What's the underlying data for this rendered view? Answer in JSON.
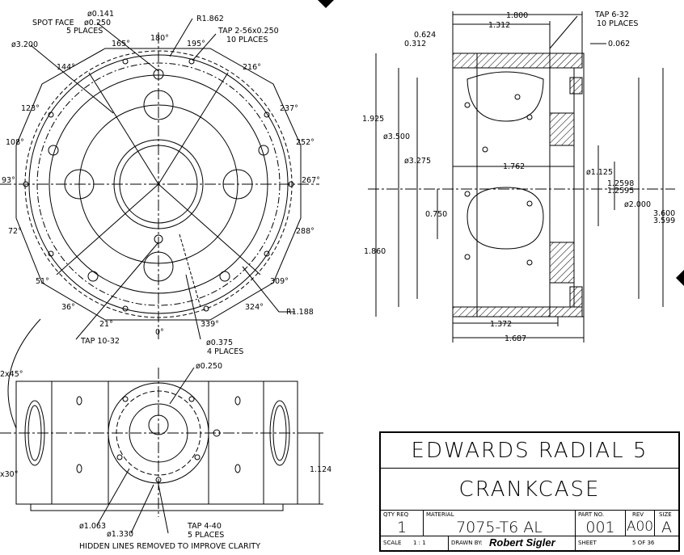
{
  "front_view": {
    "spot_face": "SPOT FACE",
    "spot_face_dia": "ø0.250",
    "spot_face_small": "ø0.141",
    "spot_face_count": "5 PLACES",
    "r1862": "R1.862",
    "tap256": "TAP 2-56x0.250",
    "tap256_count": "10 PLACES",
    "dia3200": "ø3.200",
    "r1188": "R1.188",
    "tap1032": "TAP 10-32",
    "dia0375": "ø0.375",
    "dia0375_count": "4 PLACES",
    "angles": [
      "0°",
      "21°",
      "36°",
      "51°",
      "72°",
      "93°",
      "108°",
      "123°",
      "144°",
      "165°",
      "180°",
      "195°",
      "216°",
      "237°",
      "252°",
      "267°",
      "288°",
      "309°",
      "324°",
      "339°"
    ]
  },
  "side_view": {
    "d1800": "1.800",
    "d1312": "1.312",
    "d0624": "0.624",
    "d0312": "0.312",
    "tap632": "TAP 6-32",
    "tap632_count": "10 PLACES",
    "d0062": "0.062",
    "d1925": "1.925",
    "d3500": "ø3.500",
    "d3275": "ø3.275",
    "d1762": "1.762",
    "d1125": "ø1.125",
    "d12598": "1.2598",
    "d12595": "1.2595",
    "d2000": "ø2.000",
    "d3600": "3.600",
    "d3599": "3.599",
    "d0750": "0.750",
    "d1860": "1.860",
    "d1372": "1.372",
    "d1687": "1.687"
  },
  "bottom_view": {
    "chamfer": "2x45°",
    "angle30": "x30°",
    "d0250": "ø0.250",
    "d1124": "1.124",
    "d1063": "ø1.063",
    "d1330": "ø1.330",
    "tap440": "TAP 4-40",
    "tap440_count": "5 PLACES",
    "hidden_note": "HIDDEN LINES REMOVED TO IMPROVE CLARITY"
  },
  "title_block": {
    "title": "EDWARDS RADIAL 5",
    "part_name": "CRANKCASE",
    "qty_label": "QTY REQ",
    "qty": "1",
    "material_label": "MATERIAL",
    "material": "7075-T6 AL",
    "part_no_label": "PART NO.",
    "part_no": "001",
    "rev_label": "REV",
    "rev": "A00",
    "size_label": "SIZE",
    "size": "A",
    "scale_label": "SCALE",
    "scale": "1 : 1",
    "drawn_label": "DRAWN BY:",
    "drawn_by": "Robert Sigler",
    "sheet_label": "SHEET",
    "sheet": "5 OF 36"
  }
}
